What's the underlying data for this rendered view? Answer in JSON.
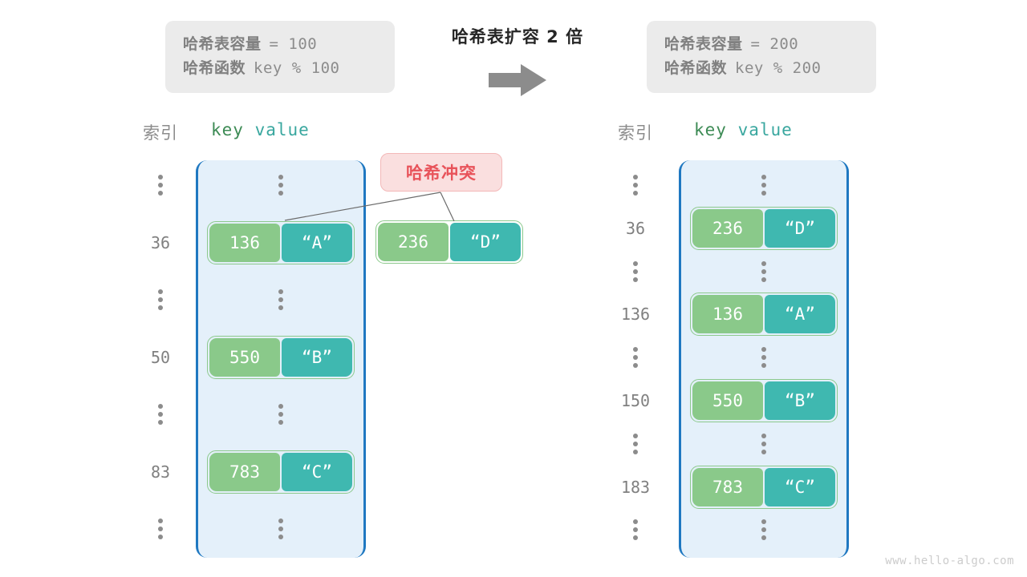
{
  "caption": {
    "resize_text": "哈希表扩容 2 倍",
    "arrow_icon": "arrow-right-icon"
  },
  "watermark": "www.hello-algo.com",
  "collision": {
    "label": "哈希冲突"
  },
  "headers": {
    "index": "索引",
    "key": "key",
    "value": "value"
  },
  "colors": {
    "panel_fill": "#e4f0fa",
    "panel_border": "#1f78c1",
    "key_cell": "#8ac98a",
    "value_cell": "#3fb8b0",
    "entry_border": "#8cc98c",
    "badge_fill": "#fadfdf",
    "badge_text": "#e8535a",
    "info_fill": "#ebebeb",
    "muted_text": "#8c8c8c"
  },
  "left": {
    "info": {
      "capacity_label": "哈希表容量",
      "capacity_value": "= 100",
      "function_label": "哈希函数",
      "function_value": "key % 100"
    },
    "rows": [
      {
        "kind": "ellipsis",
        "index": ""
      },
      {
        "kind": "entry",
        "index": "36",
        "key": "136",
        "value": "“A”"
      },
      {
        "kind": "ellipsis",
        "index": ""
      },
      {
        "kind": "entry",
        "index": "50",
        "key": "550",
        "value": "“B”"
      },
      {
        "kind": "ellipsis",
        "index": ""
      },
      {
        "kind": "entry",
        "index": "83",
        "key": "783",
        "value": "“C”"
      },
      {
        "kind": "ellipsis",
        "index": ""
      }
    ],
    "floating_entry": {
      "key": "236",
      "value": "“D”"
    }
  },
  "right": {
    "info": {
      "capacity_label": "哈希表容量",
      "capacity_value": "= 200",
      "function_label": "哈希函数",
      "function_value": "key % 200"
    },
    "rows": [
      {
        "kind": "ellipsis",
        "index": ""
      },
      {
        "kind": "entry",
        "index": "36",
        "key": "236",
        "value": "“D”"
      },
      {
        "kind": "ellipsis",
        "index": ""
      },
      {
        "kind": "entry",
        "index": "136",
        "key": "136",
        "value": "“A”"
      },
      {
        "kind": "ellipsis",
        "index": ""
      },
      {
        "kind": "entry",
        "index": "150",
        "key": "550",
        "value": "“B”"
      },
      {
        "kind": "ellipsis",
        "index": ""
      },
      {
        "kind": "entry",
        "index": "183",
        "key": "783",
        "value": "“C”"
      },
      {
        "kind": "ellipsis",
        "index": ""
      }
    ]
  }
}
